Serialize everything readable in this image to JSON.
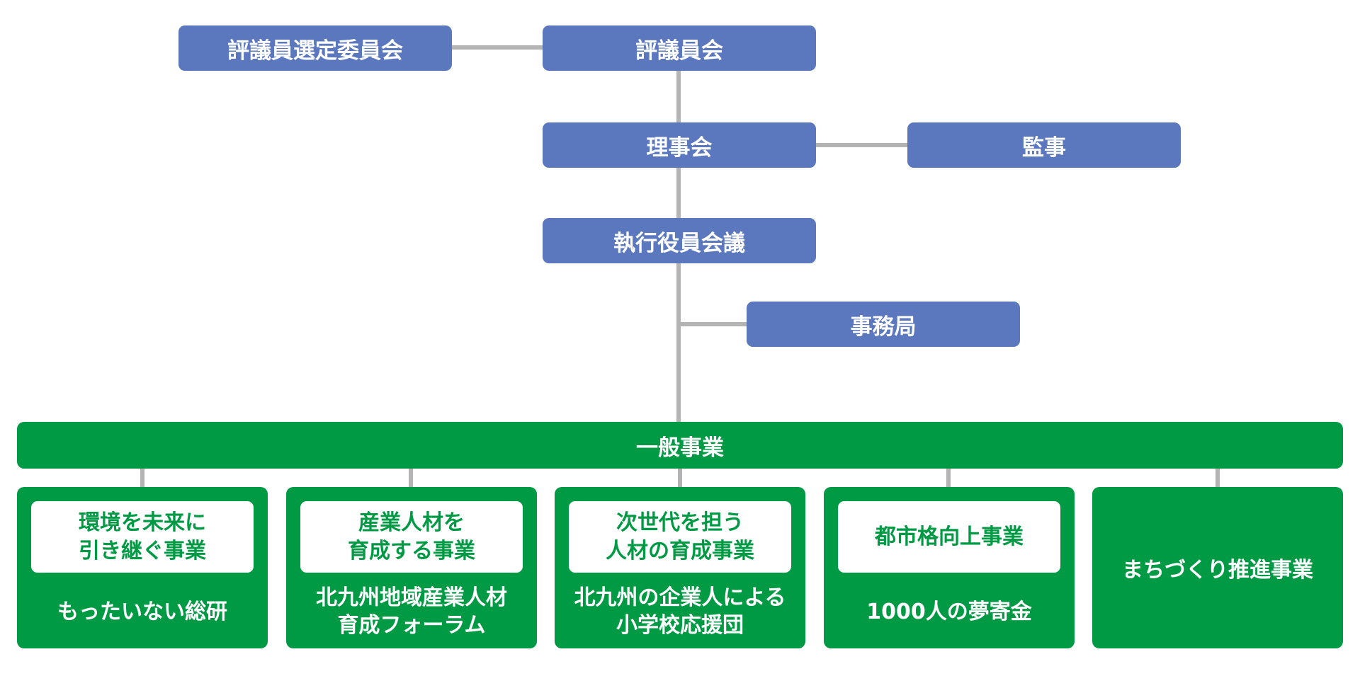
{
  "org": {
    "selection_committee": "評議員選定委員会",
    "councillors": "評議員会",
    "board": "理事会",
    "auditor": "監事",
    "executive_meeting": "執行役員会議",
    "secretariat": "事務局",
    "general_business": "一般事業"
  },
  "programs": [
    {
      "title_lines": [
        "環境を未来に",
        "引き継ぐ事業"
      ],
      "sub_lines": [
        "もったいない総研"
      ]
    },
    {
      "title_lines": [
        "産業人材を",
        "育成する事業"
      ],
      "sub_lines": [
        "北九州地域産業人材",
        "育成フォーラム"
      ]
    },
    {
      "title_lines": [
        "次世代を担う",
        "人材の育成事業"
      ],
      "sub_lines": [
        "北九州の企業人による",
        "小学校応援団"
      ]
    },
    {
      "title_lines": [
        "都市格向上事業"
      ],
      "sub_lines": [
        "1000人の夢寄金"
      ]
    },
    {
      "title_lines": [
        "まちづくり推進事業"
      ],
      "sub_lines": []
    }
  ],
  "colors": {
    "blue_box": "#5b78bf",
    "green": "#009a44",
    "connector": "#b4b4b4",
    "text_white": "#ffffff"
  }
}
